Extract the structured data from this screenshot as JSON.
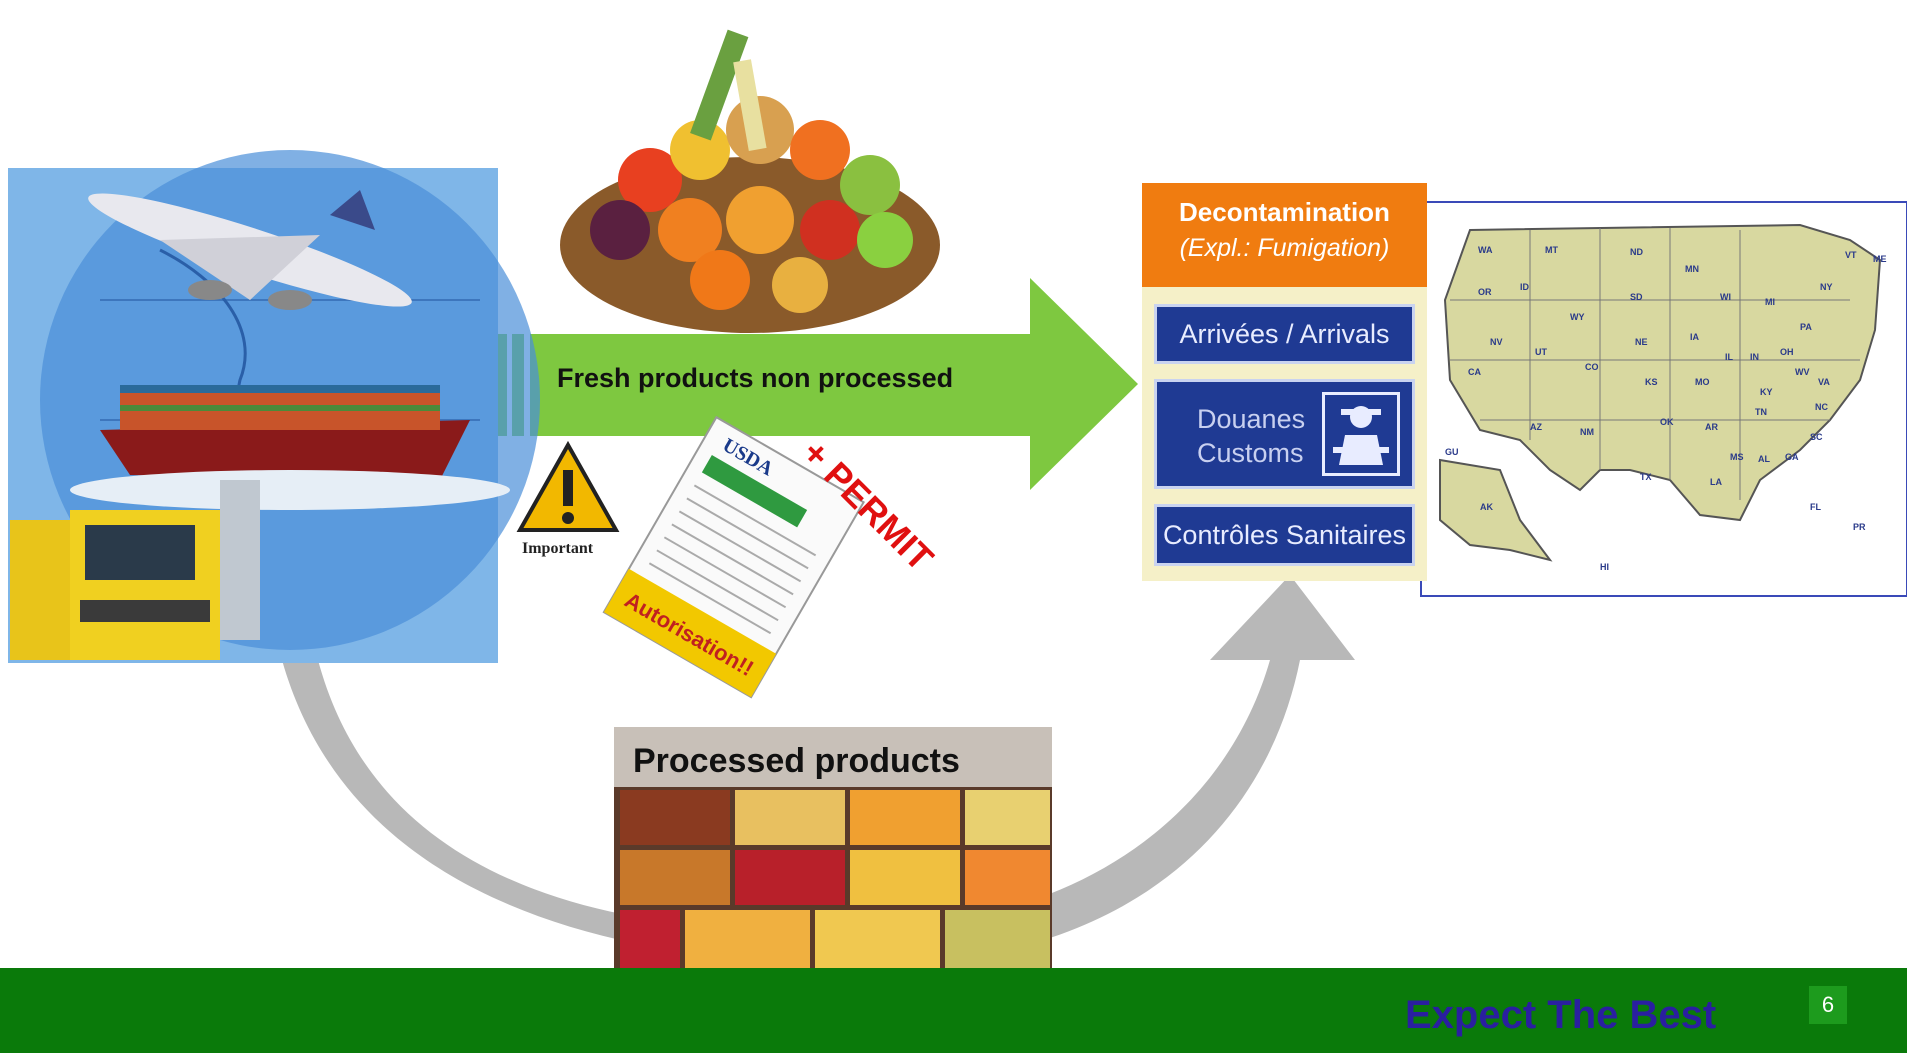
{
  "diagram": {
    "fresh_label": "Fresh products non processed",
    "processed_label": "Processed products",
    "important_label": "Important",
    "permit_label": "+ PERMIT",
    "usda_label": "USDA",
    "autorisation_label": "Autorisation!!",
    "decontamination": {
      "title": "Decontamination",
      "subtitle": "(Expl.: Fumigation)"
    },
    "airport_panel": {
      "arrivals": "Arrivées / Arrivals",
      "customs_line1": "Douanes",
      "customs_line2": "Customs",
      "sanitary": "Contrôles Sanitaires"
    },
    "map_states": [
      "WA",
      "MT",
      "ND",
      "MN",
      "OR",
      "ID",
      "SD",
      "WI",
      "MI",
      "NY",
      "VT",
      "ME",
      "WY",
      "NE",
      "IA",
      "PA",
      "NV",
      "UT",
      "CO",
      "IL",
      "IN",
      "OH",
      "CA",
      "KS",
      "MO",
      "KY",
      "WV",
      "VA",
      "AZ",
      "NM",
      "OK",
      "AR",
      "TN",
      "NC",
      "SC",
      "MS",
      "AL",
      "GA",
      "TX",
      "LA",
      "FL",
      "AK",
      "HI",
      "GU",
      "PR"
    ]
  },
  "footer": {
    "tagline": "Expect The Best",
    "page_number": "6"
  },
  "colors": {
    "green_arrow": "#7ec840",
    "gray_arrow": "#b8b8b8",
    "footer_green": "#0a7a0a",
    "decon_orange": "#f07c10",
    "panel_blue": "#1f3a93",
    "map_fill": "#d8d8a0"
  }
}
